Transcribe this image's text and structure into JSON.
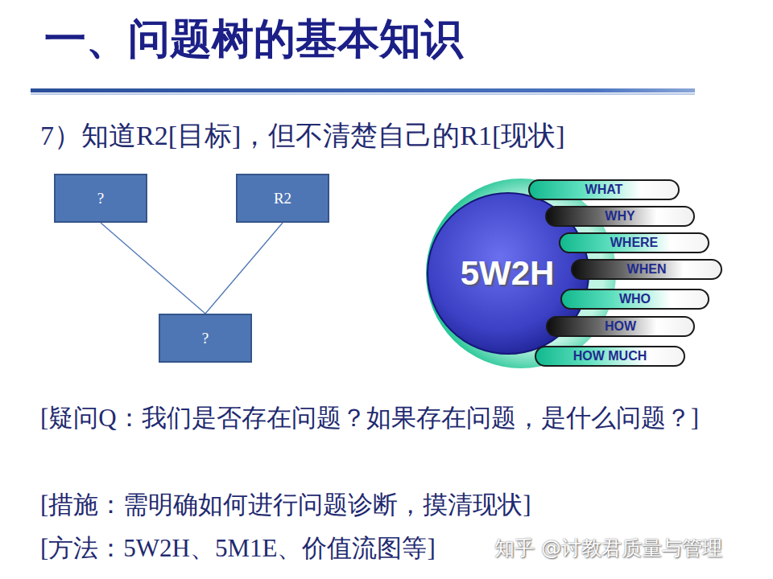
{
  "diagram": {
    "title": "一、问题树的基本知识",
    "nodes": [
      {
        "text": [
          "?"
        ]
      },
      {
        "text": [
          "R2"
        ]
      },
      {
        "text": [
          "?"
        ]
      },
      {
        "text": [
          "5W2H"
        ]
      },
      {
        "text": [
          "WHAT"
        ]
      },
      {
        "text": [
          "WHY"
        ]
      },
      {
        "text": [
          "WHERE"
        ]
      },
      {
        "text": [
          "WHEN"
        ]
      },
      {
        "text": [
          "WHO"
        ]
      },
      {
        "text": [
          "HOW"
        ]
      },
      {
        "text": [
          "HOW MUCH"
        ]
      }
    ],
    "edges": [
      {
        "from": 0,
        "to": 2,
        "arrow": "none"
      },
      {
        "from": 1,
        "to": 2,
        "arrow": "none"
      }
    ],
    "labels": [
      "7）知道R2[目标]，但不清楚自己的R1[现状]",
      "[疑问Q：我们是否存在问题？如果存在问题，是什么问题？]",
      "[措施：需明确如何进行问题诊断，摸清现状]",
      "[方法：5W2H、5M1E、价值流图等]",
      "知乎 @讨教君质量与管理"
    ]
  }
}
